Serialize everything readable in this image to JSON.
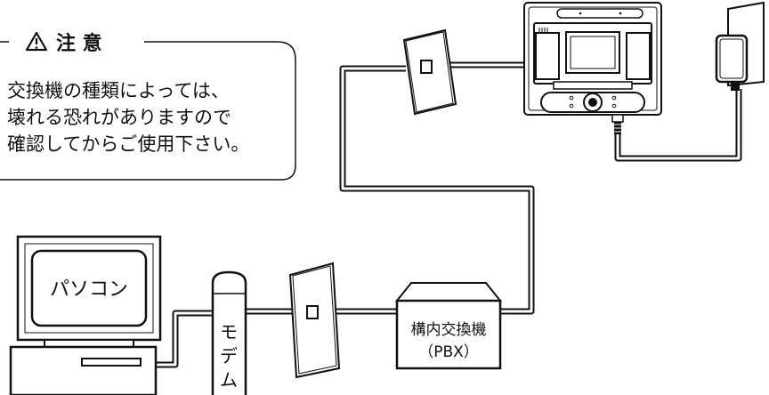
{
  "caution": {
    "title": "注 意",
    "lines": [
      "交換機の種類によっては、",
      "壊れる恐れがありますので",
      "確認してからご使用下さい。"
    ]
  },
  "devices": {
    "computer_label": "パソコン",
    "modem_label": [
      "モ",
      "デ",
      "ム"
    ],
    "pbx_label": "構内交換機",
    "pbx_sub": "（PBX）"
  }
}
